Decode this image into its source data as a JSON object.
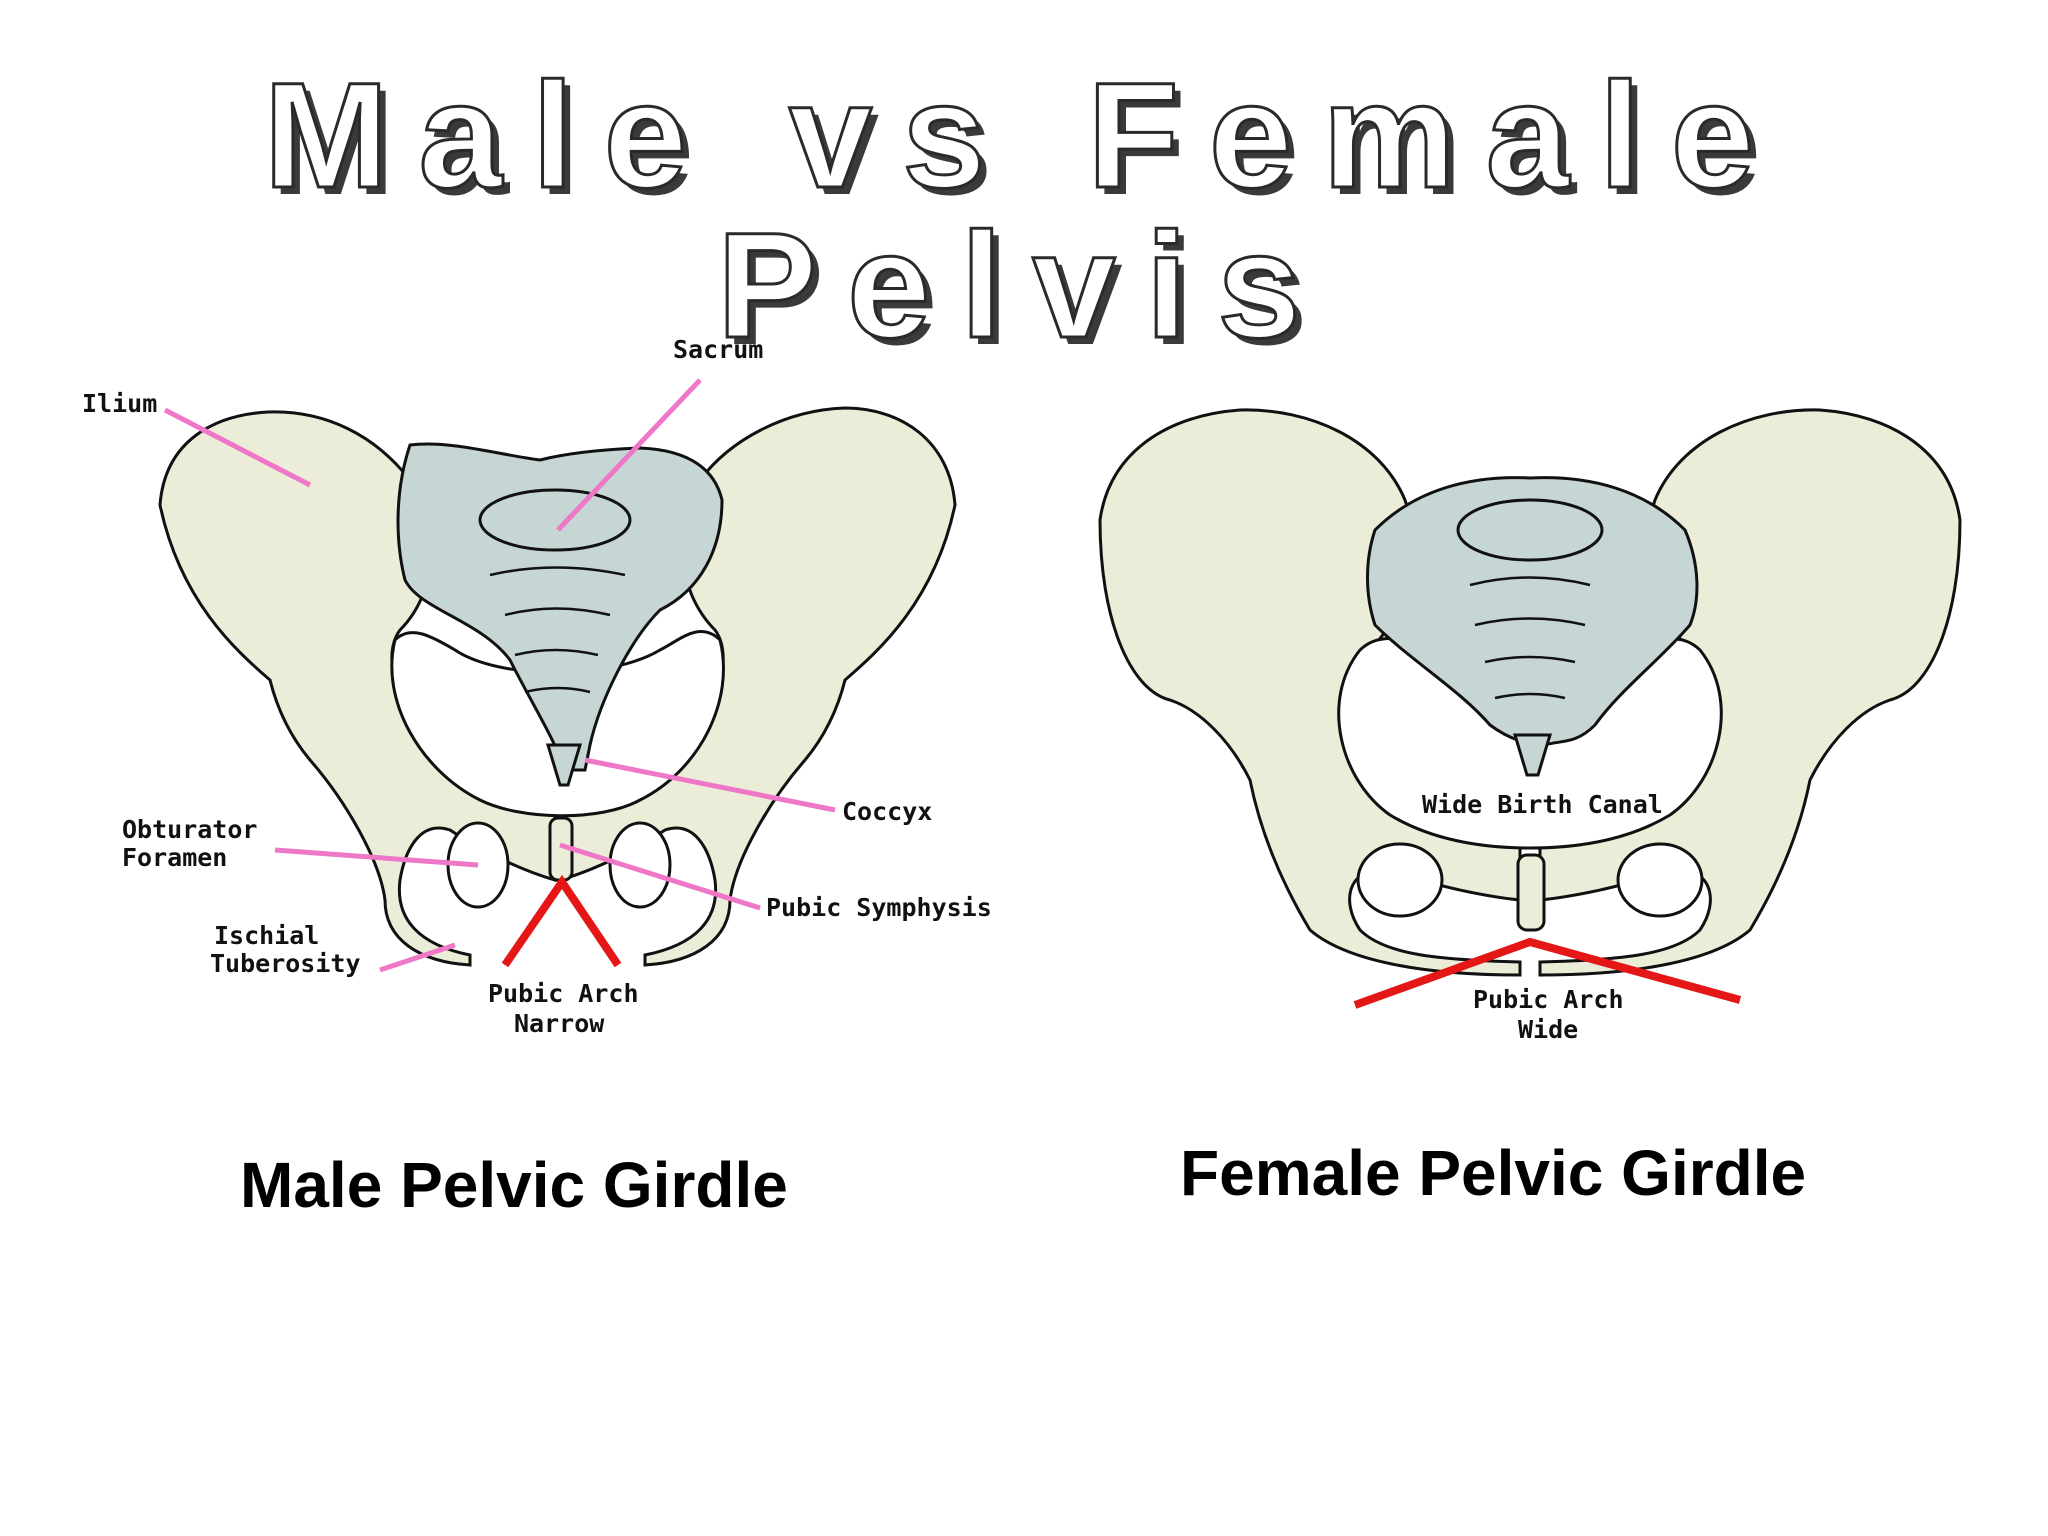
{
  "title": "Male vs Female Pelvis",
  "male": {
    "caption": "Male Pelvic Girdle",
    "labels": {
      "sacrum": "Sacrum",
      "ilium": "Ilium",
      "coccyx": "Coccyx",
      "obturator_1": "Obturator",
      "obturator_2": "Foramen",
      "pubic_symphysis": "Pubic Symphysis",
      "ischial_1": "Ischial",
      "ischial_2": "Tuberosity",
      "arch_1": "Pubic Arch",
      "arch_2": "Narrow"
    }
  },
  "female": {
    "caption": "Female Pelvic Girdle",
    "labels": {
      "birth_canal": "Wide Birth Canal",
      "arch_1": "Pubic Arch",
      "arch_2": "Wide"
    }
  },
  "colors": {
    "bone": "#ecedd8",
    "sacrum": "#c6d6d4",
    "leader": "#ee77c8",
    "arch": "#e51616"
  }
}
